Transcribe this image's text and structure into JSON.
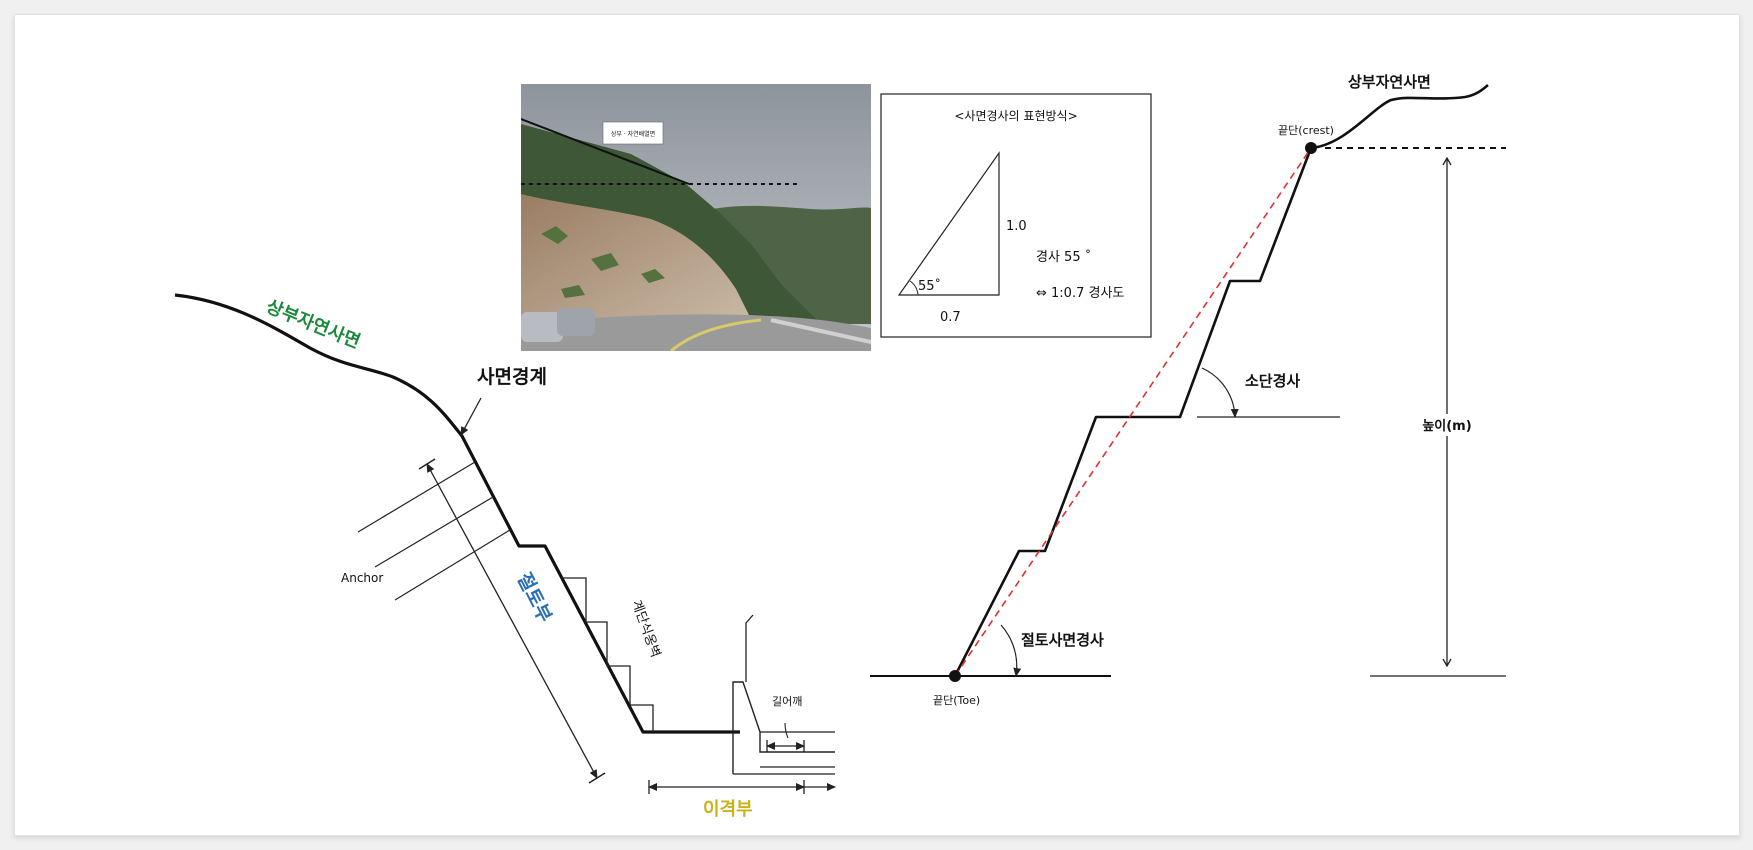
{
  "colors": {
    "upper_natural_slope_green": "#1a8a3a",
    "cut_part_blue": "#2a6fb3",
    "separation_yellow": "#c9b21a",
    "overall_slope_red": "#e03030"
  },
  "left_section": {
    "upper_natural_slope": "상부자연사면",
    "slope_boundary": "사면경계",
    "anchor": "Anchor",
    "cut_part": "절토부",
    "stepped_retaining_wall": "계단식옹벽",
    "shoulder": "길어깨",
    "separation_part": "이격부"
  },
  "photo": {
    "sign_text": "상부 · 자연배열면"
  },
  "slope_notation_box": {
    "title": "<사면경사의 표현방식>",
    "angle": "55˚",
    "vertical": "1.0",
    "horizontal": "0.7",
    "slope_angle_text": "경사 55 ˚",
    "ratio_text": "⇔  1:0.7 경사도"
  },
  "right_section": {
    "upper_natural_slope": "상부자연사면",
    "crest": "끝단(crest)",
    "toe": "끝단(Toe)",
    "bench_slope": "소단경사",
    "cut_slope_angle": "절토사면경사",
    "height": "높이(m)"
  }
}
